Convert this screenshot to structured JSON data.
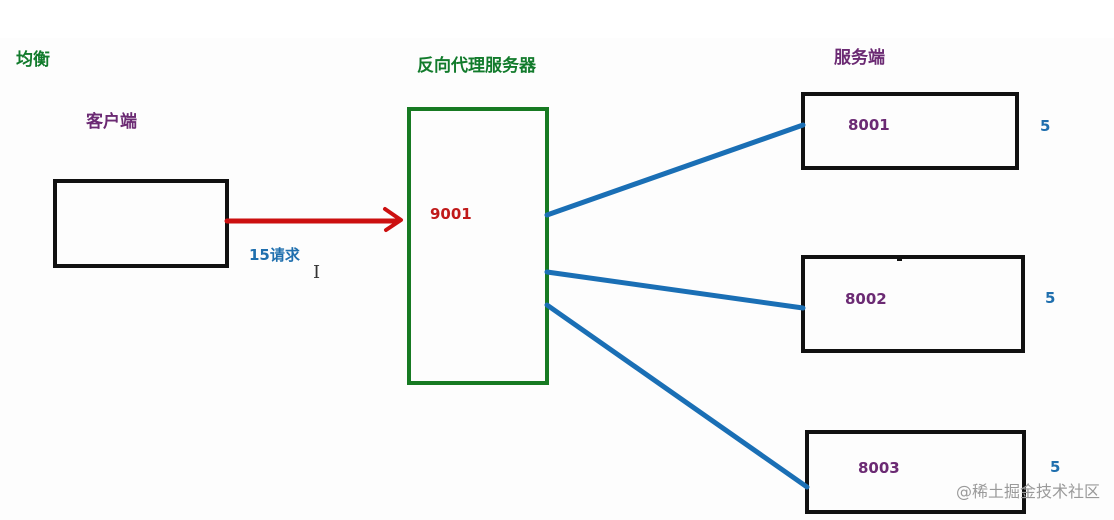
{
  "labels": {
    "balance": "均衡",
    "client": "客户端",
    "proxy": "反向代理服务器",
    "servers": "服务端",
    "requests": "15请求"
  },
  "nodes": {
    "proxy_port": "9001",
    "server_ports": [
      "8001",
      "8002",
      "8003"
    ],
    "server_counts": [
      "5",
      "5",
      "5"
    ]
  },
  "watermark": "@稀土掘金技术社区",
  "colors": {
    "green": "#127b2c",
    "purple": "#6b2a73",
    "red": "#c01a1a",
    "blue": "#1f6fae",
    "box_border": "#111111",
    "proxy_border": "#177a22",
    "request_arrow": "#cc1010",
    "link_line": "#1a6fb5"
  }
}
